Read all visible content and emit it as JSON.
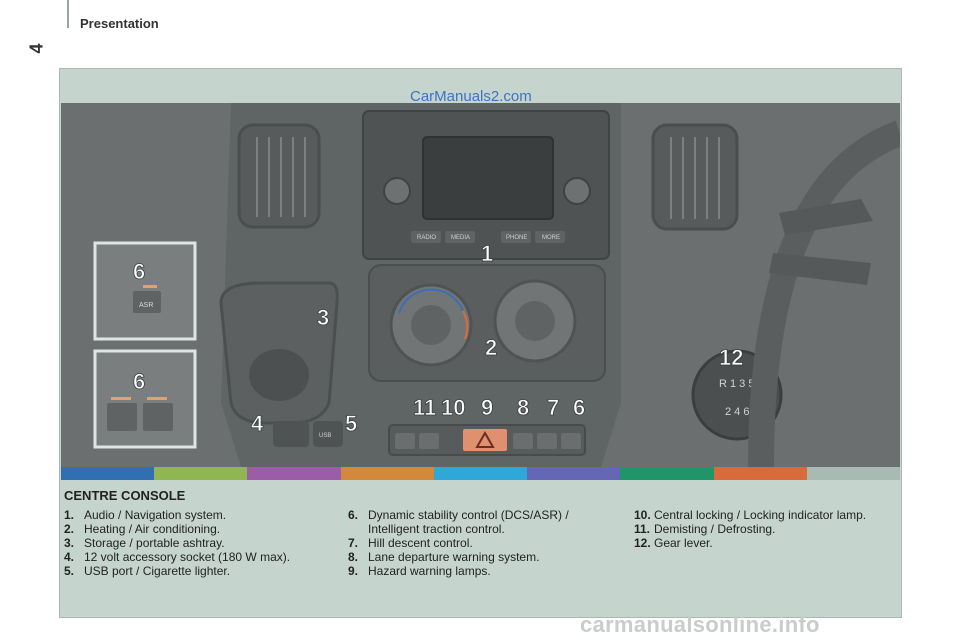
{
  "header": {
    "section_title": "Presentation",
    "page_number": "4"
  },
  "watermark_top": "CarManuals2.com",
  "footer_watermark": "carmanualsonline.info",
  "colorbar": [
    "#2f6fb2",
    "#8fb650",
    "#9b5da8",
    "#d2893b",
    "#2ea8d8",
    "#6566b6",
    "#20956a",
    "#d96a3b",
    "#a9bab3"
  ],
  "illustration": {
    "callouts": [
      "1",
      "2",
      "3",
      "4",
      "5",
      "6",
      "6",
      "6",
      "7",
      "8",
      "9",
      "10",
      "11",
      "12"
    ],
    "button_labels": {
      "radio": "RADIO",
      "media": "MEDIA",
      "phone": "PHONE",
      "more": "MORE",
      "asr": "ASR",
      "usb": "USB",
      "gear_top": "R 1 3 5",
      "gear_bottom": "2 4 6"
    }
  },
  "console": {
    "title": "CENTRE CONSOLE",
    "columns": [
      [
        {
          "num": "1.",
          "text": "Audio / Navigation system."
        },
        {
          "num": "2.",
          "text": "Heating / Air conditioning."
        },
        {
          "num": "3.",
          "text": "Storage / portable ashtray."
        },
        {
          "num": "4.",
          "text": "12 volt accessory socket (180 W max)."
        },
        {
          "num": "5.",
          "text": "USB port / Cigarette lighter."
        }
      ],
      [
        {
          "num": "6.",
          "text": "Dynamic stability control (DCS/ASR) / Intelligent traction control."
        },
        {
          "num": "7.",
          "text": "Hill descent control."
        },
        {
          "num": "8.",
          "text": "Lane departure warning system."
        },
        {
          "num": "9.",
          "text": "Hazard warning lamps."
        }
      ],
      [
        {
          "num": "10.",
          "text": "Central locking / Locking indicator lamp."
        },
        {
          "num": "11.",
          "text": "Demisting / Defrosting."
        },
        {
          "num": "12.",
          "text": "Gear lever."
        }
      ]
    ]
  }
}
